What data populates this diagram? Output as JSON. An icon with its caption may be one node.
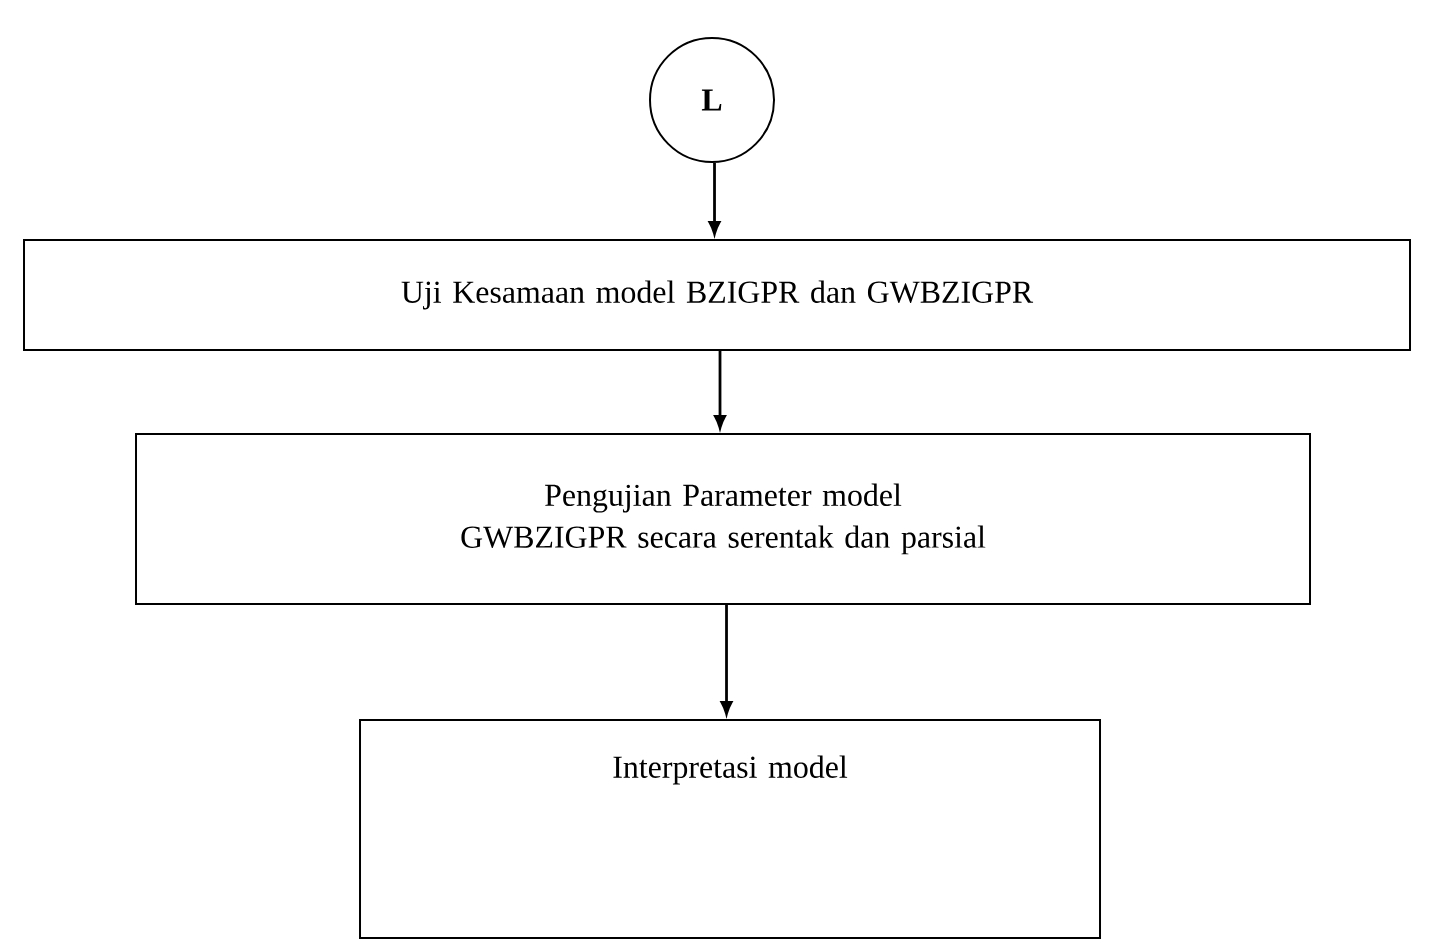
{
  "diagram": {
    "nodes": [
      {
        "text": [
          "L"
        ]
      },
      {
        "text": [
          "Uji Kesamaan model BZIGPR dan GWBZIGPR"
        ]
      },
      {
        "text": [
          "Pengujian Parameter model GWBZIGPR secara serentak dan parsial"
        ]
      },
      {
        "text": [
          "Interpretasi model"
        ]
      }
    ],
    "edges": [
      {
        "from": 0,
        "to": 1,
        "arrow": "to"
      },
      {
        "from": 1,
        "to": 2,
        "arrow": "to"
      },
      {
        "from": 2,
        "to": 3,
        "arrow": "to"
      }
    ]
  }
}
